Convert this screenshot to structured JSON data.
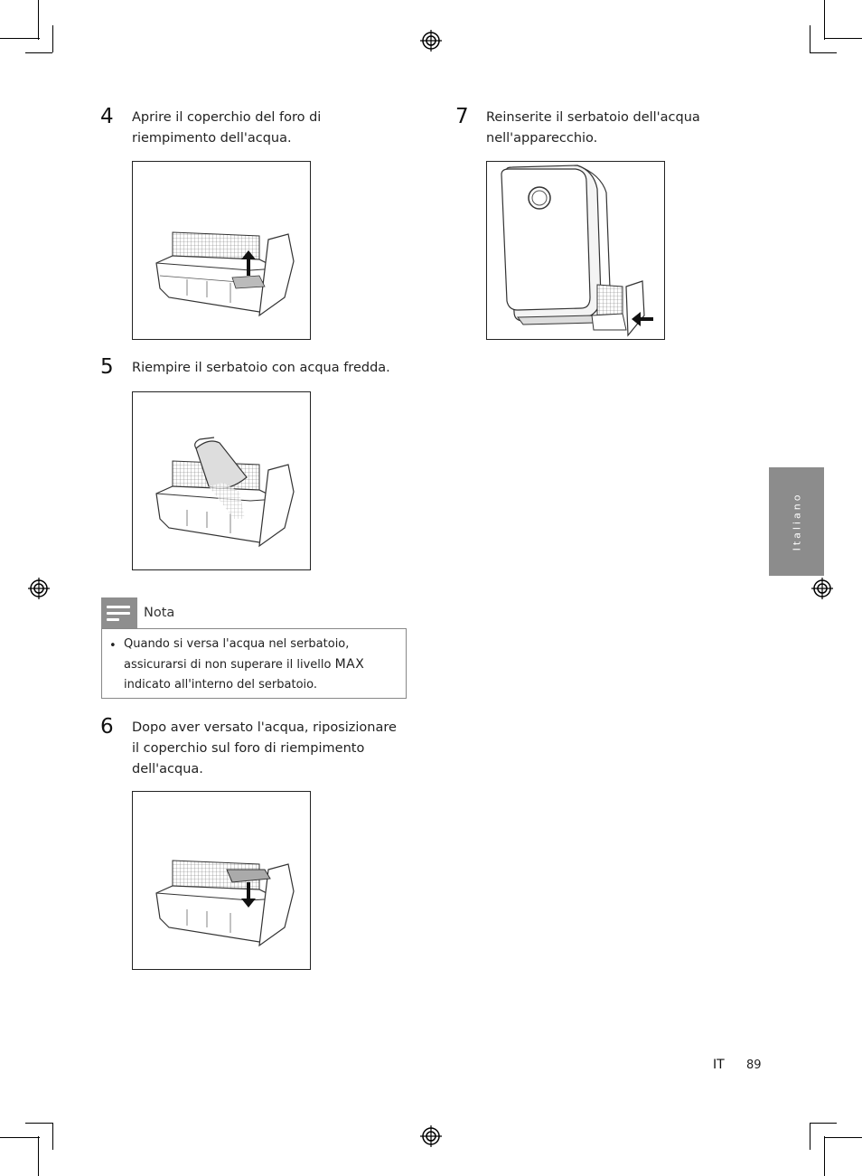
{
  "steps": [
    {
      "number": "4",
      "text_line1": "Aprire il coperchio del foro di",
      "text_line2": "riempimento dell'acqua."
    },
    {
      "number": "5",
      "text_line1": "Riempire il serbatoio con acqua fredda."
    },
    {
      "number": "6",
      "text_line1": "Dopo aver versato l'acqua, riposizionare",
      "text_line2": "il coperchio sul foro di riempimento",
      "text_line3": "dell'acqua."
    },
    {
      "number": "7",
      "text_line1": "Reinserite il serbatoio dell'acqua",
      "text_line2": "nell'apparecchio."
    }
  ],
  "note": {
    "label": "Nota",
    "bullet": "•",
    "text_part1": "Quando si versa l'acqua nel serbatoio, assicurarsi di non superare il livello ",
    "max": "MAX",
    "text_part2": " indicato all'interno del serbatoio."
  },
  "side_tab": {
    "label": "Italiano"
  },
  "footer": {
    "lang": "IT",
    "page": "89"
  },
  "icons": [
    "note-icon",
    "registration-mark-icon",
    "arrow-up-icon",
    "arrow-down-icon",
    "arrow-right-icon"
  ]
}
